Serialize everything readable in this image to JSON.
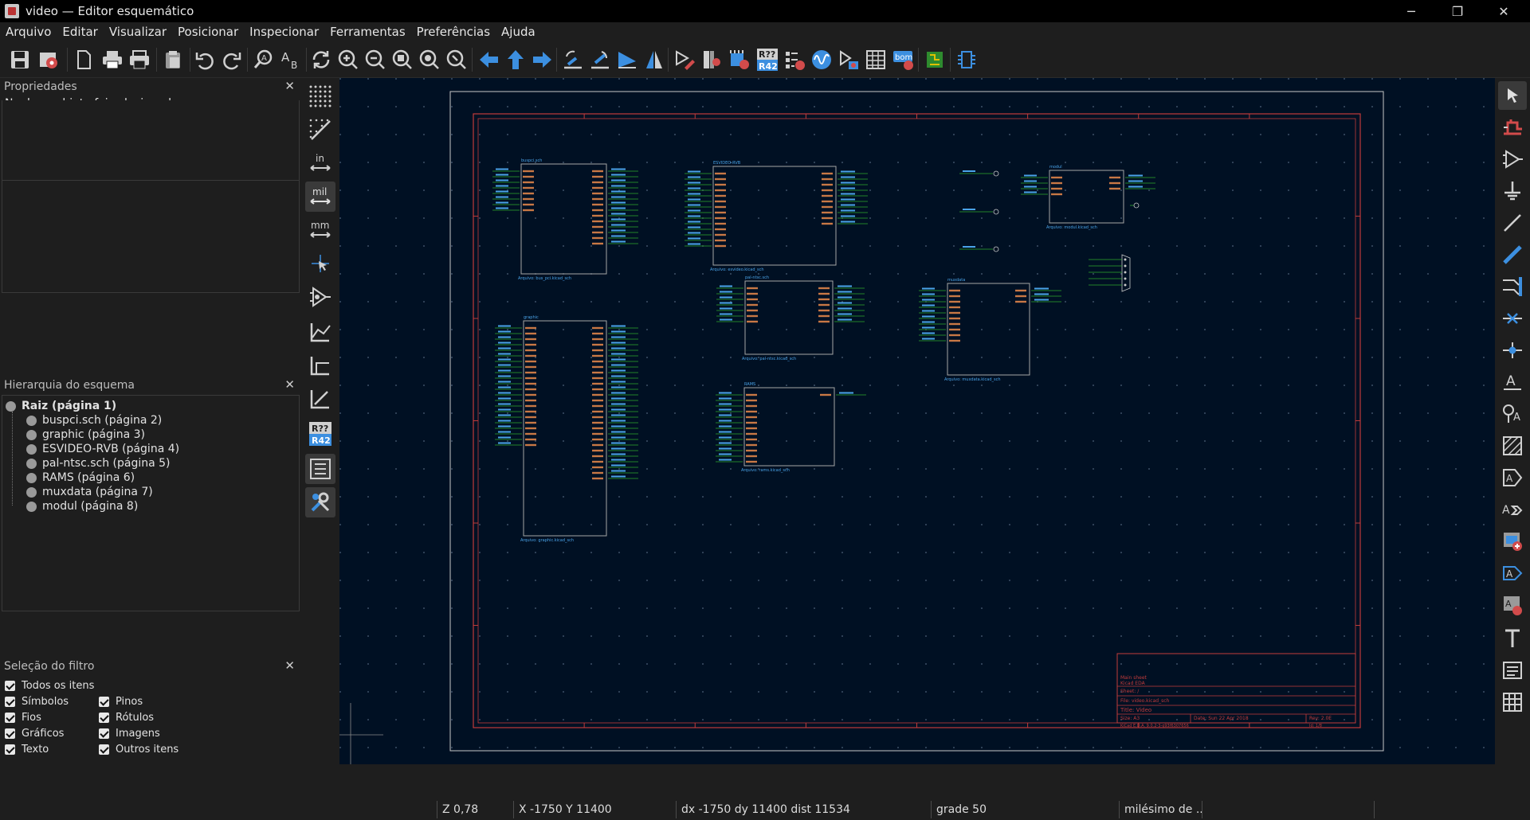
{
  "window": {
    "title": "video — Editor esquemático",
    "minimize": "─",
    "restore": "❐",
    "close": "✕"
  },
  "menu": [
    "Arquivo",
    "Editar",
    "Visualizar",
    "Posicionar",
    "Inspecionar",
    "Ferramentas",
    "Preferências",
    "Ajuda"
  ],
  "toolbar": {
    "icons": [
      "save-icon",
      "schematic-setup-icon",
      "page-settings-icon",
      "print-icon",
      "plot-icon",
      "paste-icon",
      "undo-icon",
      "redo-icon",
      "find-icon",
      "find-replace-icon",
      "refresh-icon",
      "zoom-in-icon",
      "zoom-out-icon",
      "zoom-fit-icon",
      "zoom-objects-icon",
      "zoom-selection-icon",
      "navigate-back-icon",
      "navigate-up-icon",
      "navigate-forward-icon",
      "rotate-ccw-icon",
      "rotate-cw-icon",
      "mirror-vertical-icon",
      "mirror-horizontal-icon",
      "symbol-editor-icon",
      "symbol-browser-icon",
      "footprint-assign-icon",
      "annotate-icon",
      "erc-icon",
      "simulator-icon",
      "netlist-icon",
      "symbol-fields-table-icon",
      "bom-icon",
      "pcb-editor-icon",
      "hierarchy-navigator-icon"
    ],
    "annotate_label": "R42",
    "bom_label": "bom"
  },
  "colors": {
    "canvas_bg": "#001023",
    "page_border": "#c8c8c8",
    "sheet_frame": "#c23b3b",
    "wire": "#2ea82e",
    "label": "#4aa3e8",
    "pin_text": "#c87845",
    "sheet_outline": "#a6a6a6"
  },
  "properties": {
    "title": "Propriedades",
    "empty_text": "Nenhum objeto foi selecionado"
  },
  "hierarchy": {
    "title": "Hierarquia do esquema",
    "items": [
      {
        "label": "Raiz (página 1)"
      },
      {
        "label": "buspci.sch (página 2)"
      },
      {
        "label": "graphic (página 3)"
      },
      {
        "label": "ESVIDEO-RVB (página 4)"
      },
      {
        "label": "pal-ntsc.sch (página 5)"
      },
      {
        "label": "RAMS (página 6)"
      },
      {
        "label": "muxdata (página 7)"
      },
      {
        "label": "modul (página 8)"
      }
    ]
  },
  "filter": {
    "title": "Seleção do filtro",
    "all_items": "Todos os itens",
    "options": [
      {
        "label": "Símbolos",
        "checked": true
      },
      {
        "label": "Pinos",
        "checked": true
      },
      {
        "label": "Fios",
        "checked": true
      },
      {
        "label": "Rótulos",
        "checked": true
      },
      {
        "label": "Gráficos",
        "checked": true
      },
      {
        "label": "Imagens",
        "checked": true
      },
      {
        "label": "Texto",
        "checked": true
      },
      {
        "label": "Outros itens",
        "checked": true
      }
    ]
  },
  "left_tools": {
    "icons": [
      "grid-dots-icon",
      "grid-overrides-icon",
      "units-inch-icon",
      "units-mil-icon",
      "units-mm-icon",
      "cursor-crosshair-icon",
      "show-hidden-pins-icon",
      "wire-any-angle-icon",
      "wire-90-icon",
      "wire-45-icon",
      "annotate-icon",
      "hierarchy-panel-icon",
      "properties-panel-icon"
    ],
    "inch_label": "in",
    "mil_label": "mil",
    "mm_label": "mm",
    "annotate_label": "R42"
  },
  "right_tools": {
    "icons": [
      "select-icon",
      "highlight-net-icon",
      "add-symbol-icon",
      "add-power-icon",
      "add-wire-icon",
      "add-bus-icon",
      "add-bus-entry-icon",
      "no-connect-icon",
      "add-junction-icon",
      "add-label-icon",
      "add-netclass-icon",
      "add-rule-area-icon",
      "add-global-label-icon",
      "add-hier-label-icon",
      "add-sheet-icon",
      "import-sheet-pin-icon",
      "sync-sheet-pins-icon",
      "add-text-icon",
      "add-textbox-icon",
      "add-table-icon"
    ]
  },
  "schematic": {
    "sheets": [
      {
        "name": "buspci.sch",
        "file": "Arquivo: bus_pci.kicad_sch"
      },
      {
        "name": "graphic",
        "file": "Arquivo: graphic.kicad_sch"
      },
      {
        "name": "ESVIDEO-RVB",
        "file": "Arquivo: esvideo.kicad_sch"
      },
      {
        "name": "pal-ntsc.sch",
        "file": "Arquivo: pal-ntsc.kicad_sch"
      },
      {
        "name": "RAMS",
        "file": "Arquivo: rams.kicad_sch"
      },
      {
        "name": "muxdata",
        "file": "Arquivo: muxdata.kicad_sch"
      },
      {
        "name": "modul",
        "file": "Arquivo: modul.kicad_sch"
      }
    ],
    "title_block": {
      "sheet": "Main sheet",
      "company": "Kicad EDA",
      "sheet_path": "Sheet: /",
      "file": "File: video.kicad_sch",
      "title": "Title: Video",
      "size": "Size: A3",
      "date": "Date: Sun 22 Apr 2018",
      "rev": "Rev: 2.0E",
      "tool": "KiCad E.D.A. 9.0.2-3-g93f6307656",
      "id": "Id: 1/8"
    }
  },
  "status": {
    "zoom": "Z 0,78",
    "cursor": "X -1750  Y 11400",
    "delta": "dx -1750  dy 11400  dist 11534",
    "grid": "grade 50",
    "units": "milésimo de ..."
  }
}
